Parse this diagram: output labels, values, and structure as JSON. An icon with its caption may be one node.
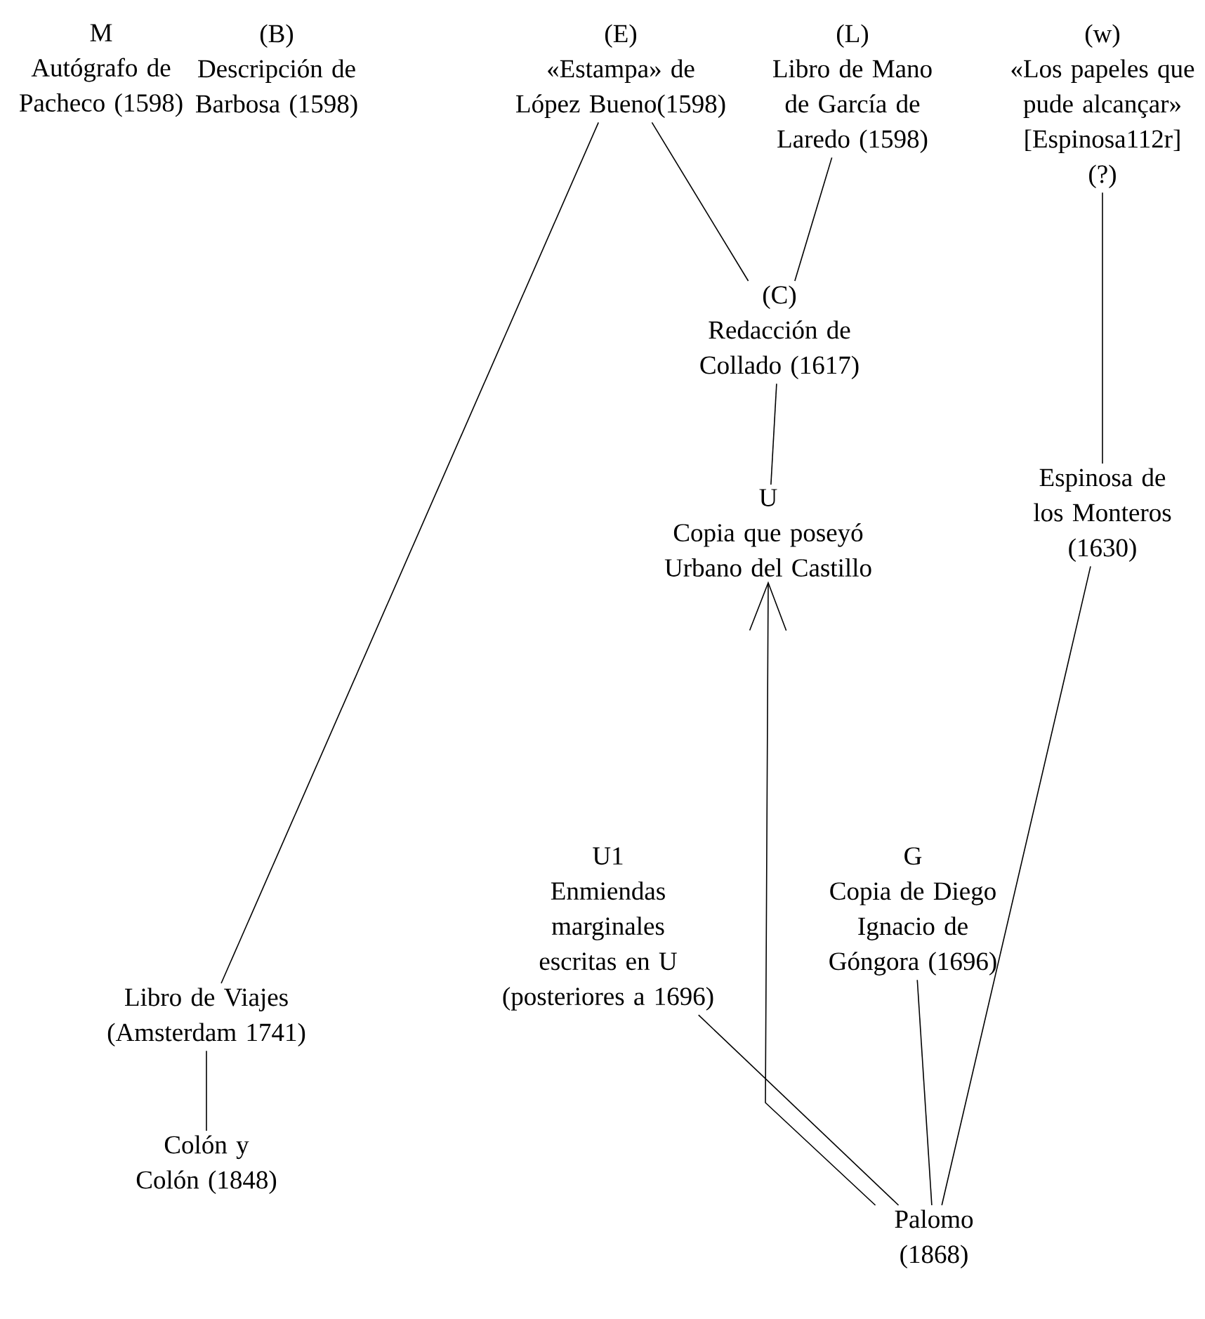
{
  "diagram": {
    "nodes": [
      {
        "text": [
          "M",
          "Autógrafo de Pacheco (1598)"
        ]
      },
      {
        "text": [
          "(B)",
          "Descripción de Barbosa (1598)"
        ]
      },
      {
        "text": [
          "(E)",
          "«Estampa» de López Bueno(1598)"
        ]
      },
      {
        "text": [
          "(L)",
          "Libro de Mano de García de Laredo (1598)"
        ]
      },
      {
        "text": [
          "(w)",
          "«Los papeles que pude alcançar» [Espinosa112r]",
          "(?)"
        ]
      },
      {
        "text": [
          "(C)",
          "Redacción de Collado (1617)"
        ]
      },
      {
        "text": [
          "Espinosa de los Monteros (1630)"
        ]
      },
      {
        "text": [
          "U",
          "Copia que poseyó Urbano del Castillo"
        ]
      },
      {
        "text": [
          "U1",
          "Enmiendas marginales escritas en U (posteriores a 1696)"
        ]
      },
      {
        "text": [
          "G",
          "Copia de Diego Ignacio de Góngora (1696)"
        ]
      },
      {
        "text": [
          "Libro de Viajes (Amsterdam 1741)"
        ]
      },
      {
        "text": [
          "Colón y Colón (1848)"
        ]
      },
      {
        "text": [
          "Palomo (1868)"
        ]
      }
    ],
    "edges": [
      {
        "from": 2,
        "to": 10,
        "arrow": "none"
      },
      {
        "from": 2,
        "to": 5,
        "arrow": "none"
      },
      {
        "from": 3,
        "to": 5,
        "arrow": "none"
      },
      {
        "from": 4,
        "to": 6,
        "arrow": "none"
      },
      {
        "from": 5,
        "to": 7,
        "arrow": "none"
      },
      {
        "from": 10,
        "to": 11,
        "arrow": "none"
      },
      {
        "from": 8,
        "to": 12,
        "arrow": "none"
      },
      {
        "from": 12,
        "to": 7,
        "arrow": "to"
      },
      {
        "from": 9,
        "to": 12,
        "arrow": "none"
      },
      {
        "from": 6,
        "to": 12,
        "arrow": "none"
      }
    ]
  }
}
